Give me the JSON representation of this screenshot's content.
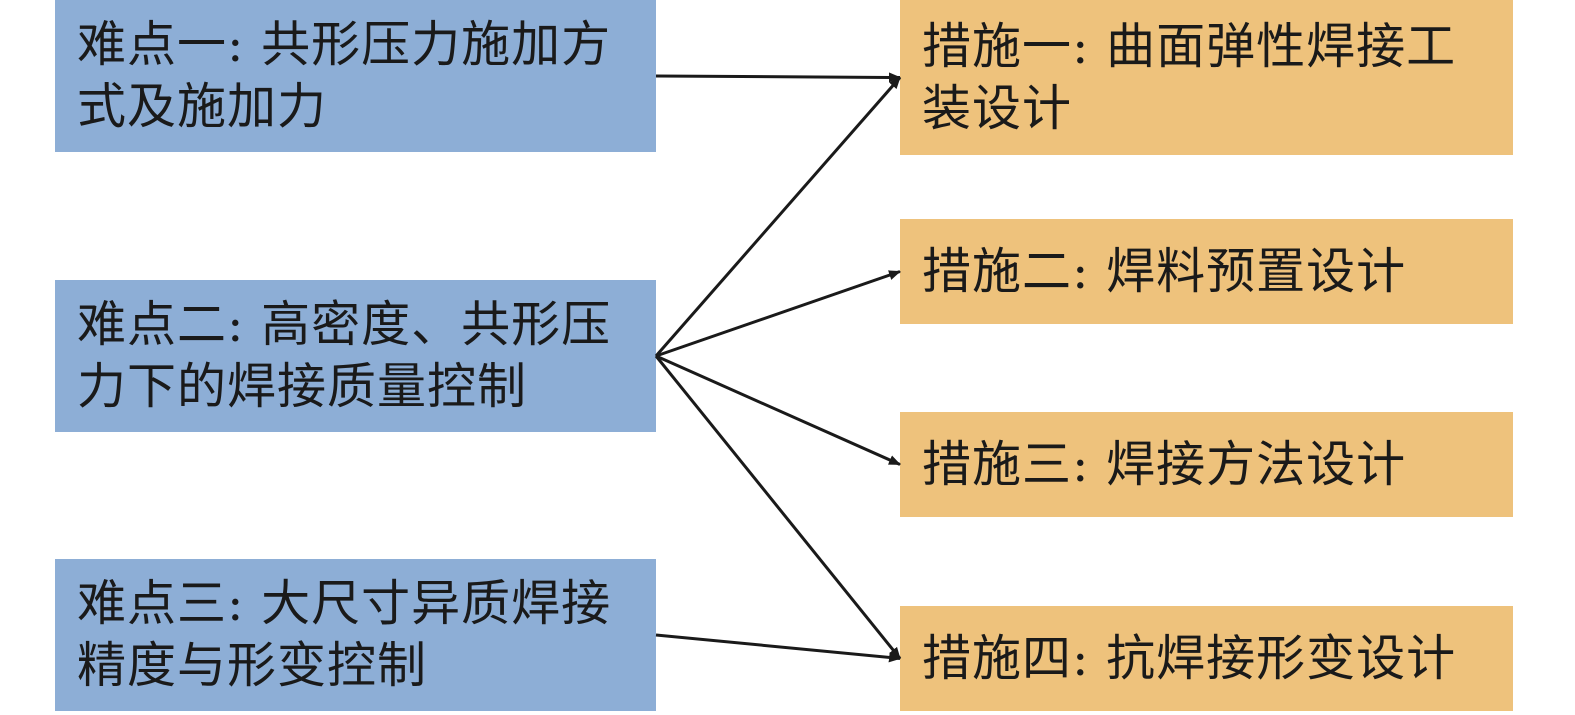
{
  "difficulties": [
    {
      "id": "d1",
      "text": "难点一: 共形压力施加方式及施加力"
    },
    {
      "id": "d2",
      "text": "难点二: 高密度、共形压力下的焊接质量控制"
    },
    {
      "id": "d3",
      "text": "难点三: 大尺寸异质焊接精度与形变控制"
    }
  ],
  "measures": [
    {
      "id": "m1",
      "text": "措施一: 曲面弹性焊接工装设计"
    },
    {
      "id": "m2",
      "text": "措施二: 焊料预置设计"
    },
    {
      "id": "m3",
      "text": "措施三: 焊接方法设计"
    },
    {
      "id": "m4",
      "text": "措施四: 抗焊接形变设计"
    }
  ],
  "connections": [
    {
      "from": "d1",
      "to": "m1"
    },
    {
      "from": "d2",
      "to": "m1"
    },
    {
      "from": "d2",
      "to": "m2"
    },
    {
      "from": "d2",
      "to": "m3"
    },
    {
      "from": "d2",
      "to": "m4"
    },
    {
      "from": "d3",
      "to": "m4"
    }
  ],
  "colors": {
    "difficulty_fill": "#8daed6",
    "measure_fill": "#eec27c",
    "arrow": "#1a1a1a",
    "text": "#1a1a1a"
  }
}
